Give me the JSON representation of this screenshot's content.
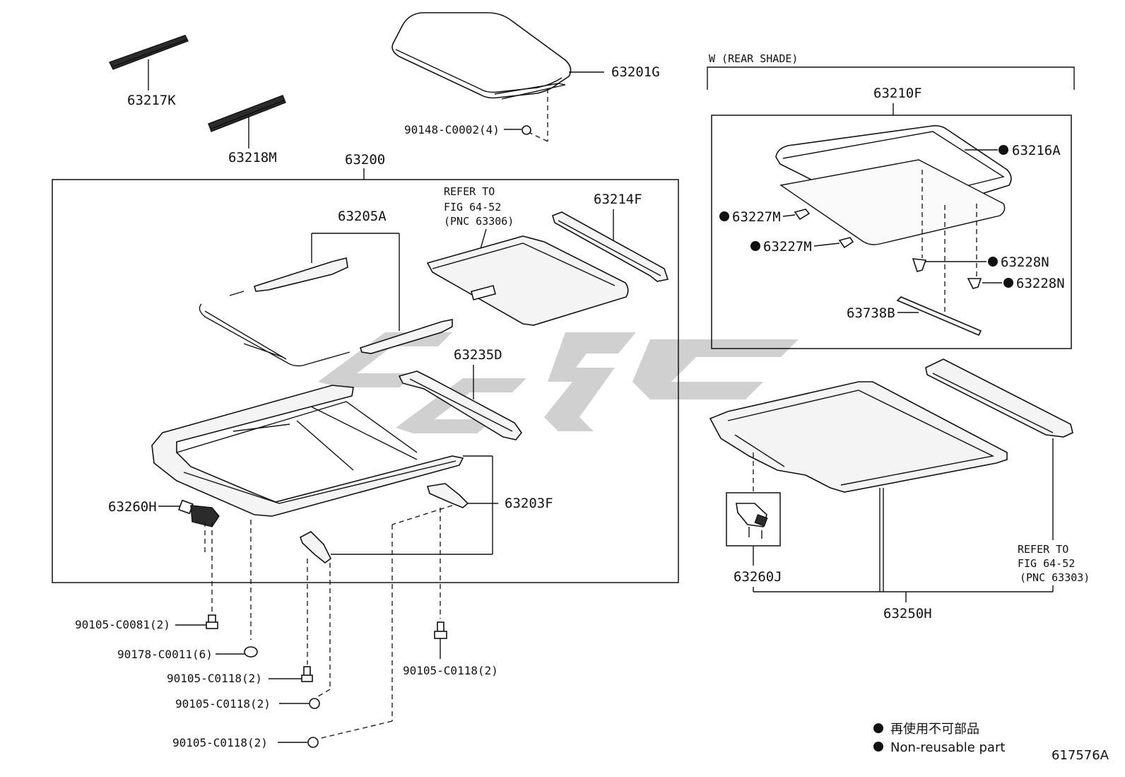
{
  "labels": {
    "p63217K": "63217K",
    "p63218M": "63218M",
    "p63201G": "63201G",
    "p90148": "90148-C0002(4)",
    "p63200": "63200",
    "p63205A": "63205A",
    "refer1_l1": "REFER TO",
    "refer1_l2": "FIG 64-52",
    "refer1_l3": "(PNC 63306)",
    "p63214F": "63214F",
    "p63235D": "63235D",
    "p63260H": "63260H",
    "p63203F": "63203F",
    "b90105_0081": "90105-C0081(2)",
    "b90178_0011": "90178-C0011(6)",
    "b90105_0118a": "90105-C0118(2)",
    "b90105_0118b": "90105-C0118(2)",
    "b90105_0118c": "90105-C0118(2)",
    "b90105_0118d": "90105-C0118(2)",
    "rear_shade": "W (REAR SHADE)",
    "p63210F": "63210F",
    "p63216A": "63216A",
    "p63227M_1": "63227M",
    "p63227M_2": "63227M",
    "p63228N_1": "63228N",
    "p63228N_2": "63228N",
    "p63738B": "63738B",
    "p63260J": "63260J",
    "p63250H": "63250H",
    "refer2_l1": "REFER TO",
    "refer2_l2": "FIG 64-52",
    "refer2_l3": "(PNC 63303)",
    "legend_cn": "再使用不可部品",
    "legend_en": "Non-reusable part",
    "fig_id": "617576A"
  },
  "colors": {
    "ink": "#111111",
    "watermark": "#c8c8c8"
  }
}
